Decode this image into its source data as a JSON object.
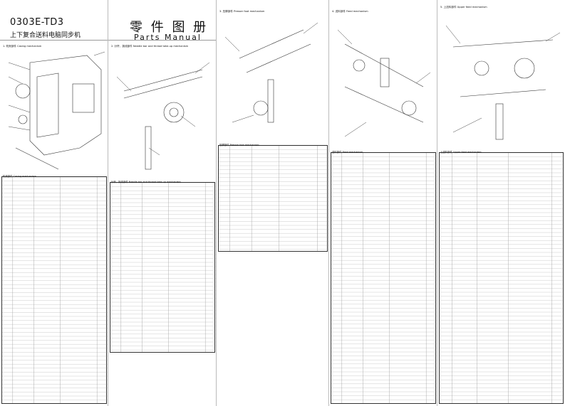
{
  "cover": {
    "model": "0303E-TD3",
    "subtitle_cn": "上下复合送料电脑同步机",
    "title_cn": "零 件 图 册",
    "title_en": "Parts Manual"
  },
  "sections": {
    "s1": "1. 机壳部件 Casing mechanism",
    "s2": "2. 针杆、挑线部件 Needle bar and thread take-up mechanism",
    "s3": "3. 压脚部件 Presser foot mechanism",
    "s4": "4. 送料部件 Feed mechanism",
    "s5": "5. 上送料部件 Upper feed mechanism"
  },
  "tables": {
    "t1": "机壳部件 Casing mechanism",
    "t2": "针杆、挑线部件 Needle bar and thread take-up mechanism",
    "t3": "压脚部件 Presser foot mechanism",
    "t4": "送料部件 Feed mechanism",
    "t5": "上送料部件 Upper feed mechanism"
  }
}
